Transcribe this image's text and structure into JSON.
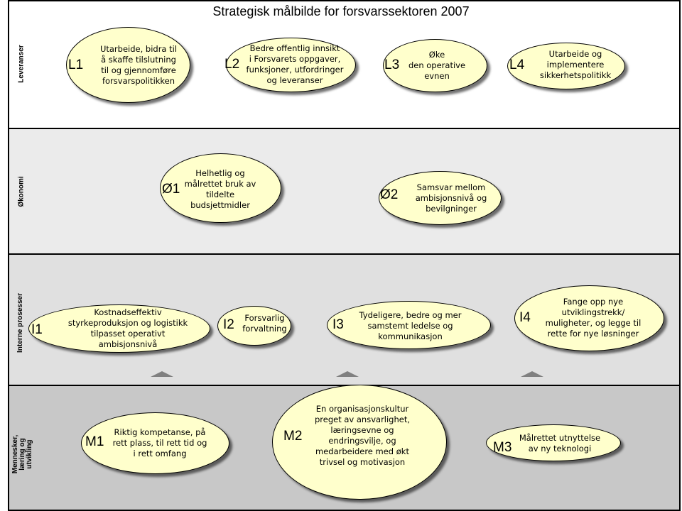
{
  "title": "Strategisk målbilde for forsvarssektoren 2007",
  "perspectives": [
    {
      "label": "Leveranser"
    },
    {
      "label": "Økonomi"
    },
    {
      "label": "Interne prosesser"
    },
    {
      "label": "Mennesker,\nlæring og utvikling"
    }
  ],
  "objectives": {
    "L1": {
      "code": "L1",
      "text": "Utarbeide, bidra til\nå skaffe tilslutning\ntil og gjennomføre\nforsvarspolitikken"
    },
    "L2": {
      "code": "L2",
      "text": "Bedre offentlig innsikt\ni Forsvarets oppgaver,\nfunksjoner, utfordringer\nog leveranser"
    },
    "L3": {
      "code": "L3",
      "text": "Øke\nden operative\nevnen"
    },
    "L4": {
      "code": "L4",
      "text": "Utarbeide og\nimplementere\nsikkerhetspolitikk"
    },
    "O1": {
      "code": "Ø1",
      "text": "Helhetlig og\nmålrettet bruk av\ntildelte\nbudsjettmidler"
    },
    "O2": {
      "code": "Ø2",
      "text": "Samsvar mellom\nambisjonsnivå og\nbevilgninger"
    },
    "I1": {
      "code": "I1",
      "text": "Kostnadseffektiv\nstyrkeproduksjon og logistikk\ntilpasset operativt\nambisjonsnivå"
    },
    "I2": {
      "code": "I2",
      "text": "Forsvarlig\nforvaltning"
    },
    "I3": {
      "code": "I3",
      "text": "Tydeligere, bedre og mer\nsamstemt ledelse og\nkommunikasjon"
    },
    "I4": {
      "code": "I4",
      "text": "Fange opp nye\nutviklingstrekk/\nmuligheter, og legge til\nrette for nye løsninger"
    },
    "M1": {
      "code": "M1",
      "text": "Riktig kompetanse, på\nrett plass, til rett tid og\ni rett omfang"
    },
    "M2": {
      "code": "M2",
      "text": "En organisasjonskultur\npreget av ansvarlighet,\nlæringsevne og\nendringsvilje, og\nmedarbeidere med økt\ntrivsel og motivasjon"
    },
    "M3": {
      "code": "M3",
      "text": "Målrettet utnyttelse\nav ny teknologi"
    }
  }
}
